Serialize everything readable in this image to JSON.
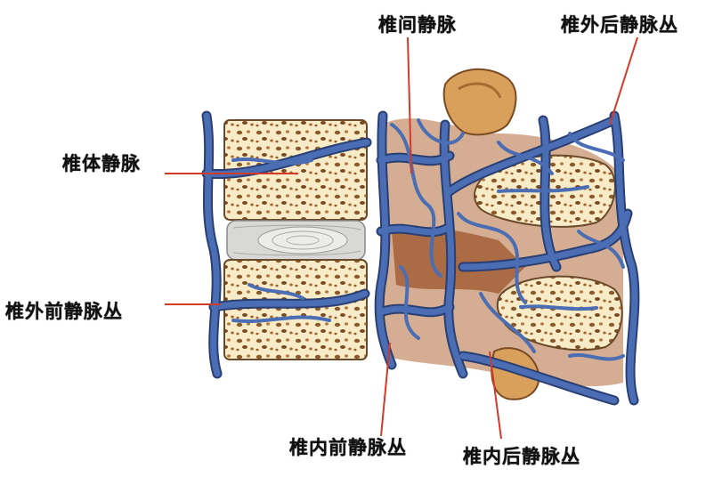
{
  "labels": {
    "basivertebral_vein": "椎体静脉",
    "intervertebral_vein": "椎间静脉",
    "external_posterior_plexus": "椎外后静脉丛",
    "external_anterior_plexus": "椎外前静脉丛",
    "internal_anterior_plexus": "椎内前静脉丛",
    "internal_posterior_plexus": "椎内后静脉丛"
  },
  "colors": {
    "vein": "#4a6db3",
    "vein_outline": "#2a3f73",
    "bone": "#f7ebc8",
    "bone_spots": "#8b5a2b",
    "disc": "#d8d8d6",
    "tissue": "#a0522d",
    "leader_line": "#d23a2a"
  }
}
